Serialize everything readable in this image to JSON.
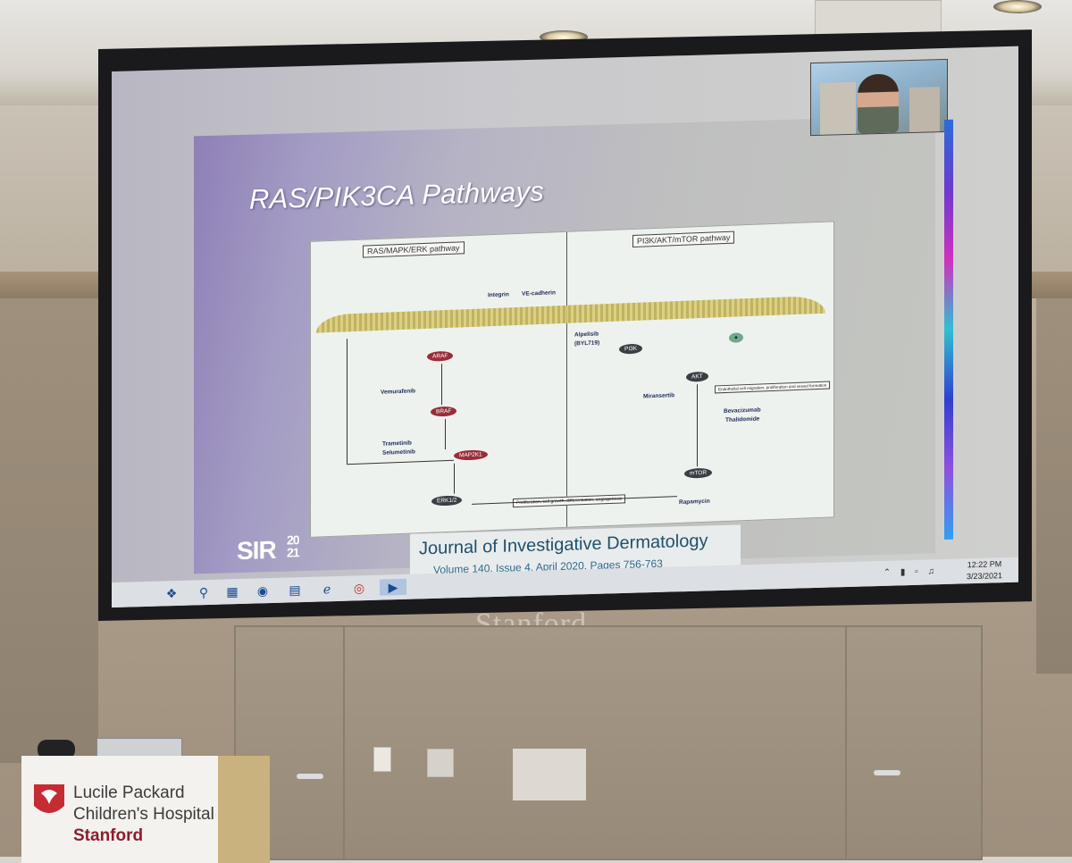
{
  "slide": {
    "title": "RAS/PIK3CA Pathways",
    "diagram": {
      "left_pathway_label": "RAS/MAPK/ERK pathway",
      "right_pathway_label": "PI3K/AKT/mTOR pathway",
      "nodes": {
        "raf": "BRAF",
        "araf": "ARAF",
        "mek": "MAP2K1",
        "erk": "ERK1/2",
        "pi3k": "PI3K",
        "akt": "AKT",
        "mtor": "mTOR"
      },
      "drugs": {
        "vemurafenib": "Vemurafenib",
        "trametinib": "Trametinib",
        "selumetinib": "Selumetinib",
        "alpelisib": "Alpelisib",
        "alpelisib_code": "(BYL719)",
        "miransertib": "Miransertib",
        "rapamycin": "Rapamycin",
        "bevacizumab": "Bevacizumab",
        "thalidomide": "Thalidomide"
      },
      "labels": {
        "integrin": "Integrin",
        "ve_cadherin": "VE-cadherin",
        "outcome": "Proliferation, cell growth, differentiation, angiogenesis",
        "endothelial": "Endothelial cell migration, proliferation and vessel formation"
      }
    },
    "journal": {
      "name": "Journal of Investigative Dermatology",
      "reference": "Volume 140, Issue 4, April 2020, Pages 756-763"
    },
    "logo": {
      "text": "SIR",
      "year_top": "20",
      "year_bottom": "21"
    }
  },
  "taskbar": {
    "icons": [
      "windows-icon",
      "search-icon",
      "task-view-icon",
      "edge-icon",
      "folder-icon",
      "ie-icon",
      "chrome-icon",
      "app-icon"
    ],
    "time": "12:22 PM",
    "date": "3/23/2021"
  },
  "room": {
    "wall_sign": "Stanford",
    "podium": {
      "line1": "Lucile Packard",
      "line2": "Children's Hospital",
      "line3": "Stanford"
    }
  },
  "colors": {
    "brand_red": "#8c1d2e",
    "journal_blue": "#1e4f6a",
    "slide_purple": "#8f7fb6"
  }
}
